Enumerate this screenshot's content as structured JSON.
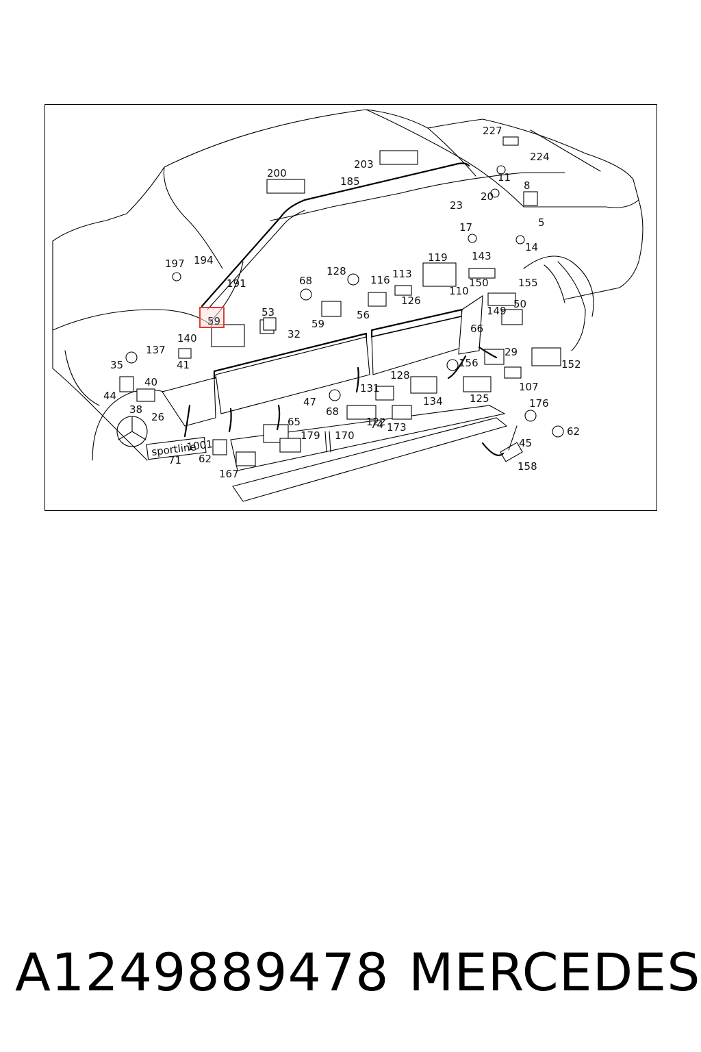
{
  "diagram": {
    "callouts": [
      "227",
      "224",
      "200",
      "203",
      "185",
      "11",
      "8",
      "20",
      "23",
      "5",
      "17",
      "14",
      "197",
      "194",
      "191",
      "68",
      "128",
      "116",
      "113",
      "119",
      "143",
      "150",
      "155",
      "110",
      "126",
      "53",
      "59",
      "56",
      "50",
      "149",
      "140",
      "32",
      "66",
      "137",
      "35",
      "41",
      "40",
      "29",
      "152",
      "156",
      "128",
      "107",
      "44",
      "38",
      "26",
      "131",
      "134",
      "125",
      "47",
      "68",
      "74",
      "65",
      "122",
      "173",
      "176",
      "62",
      "179",
      "170",
      "45",
      "71",
      "62",
      "167",
      "158"
    ],
    "highlighted_callout": "59",
    "badge_text": "sportline",
    "badge_number": "1001"
  },
  "footer": {
    "part_number": "A1249889478",
    "brand": "MERCEDES"
  },
  "colors": {
    "line": "#000000",
    "highlight": "#e53935",
    "highlight_fill": "#fde0dc"
  }
}
